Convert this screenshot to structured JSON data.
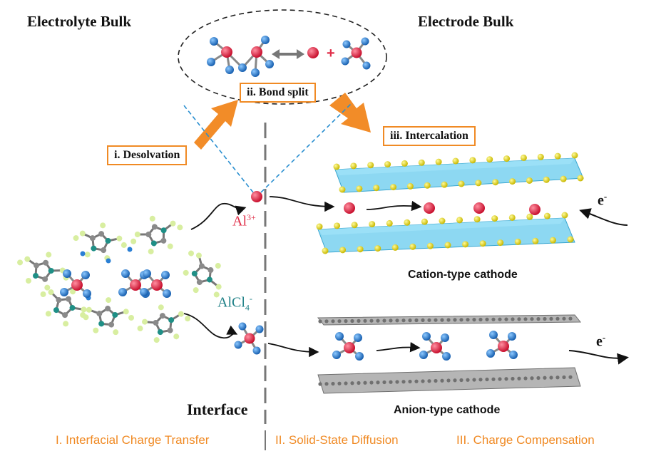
{
  "headers": {
    "electrolyte_bulk": "Electrolyte Bulk",
    "electrode_bulk": "Electrode Bulk",
    "interface": "Interface"
  },
  "steps": {
    "desolvation": "i. Desolvation",
    "bond_split": "ii. Bond split",
    "intercalation": "iii. Intercalation"
  },
  "ions": {
    "al_base": "Al",
    "al_charge": "3+",
    "alcl4_base": "AlCl",
    "alcl4_sub": "4",
    "alcl4_charge": "-"
  },
  "electron": {
    "symbol": "e",
    "charge": "-"
  },
  "captions": {
    "cation_cathode": "Cation-type cathode",
    "anion_cathode": "Anion-type cathode"
  },
  "stages": {
    "stage1": "I. Interfacial Charge Transfer",
    "stage2": "II. Solid-State Diffusion",
    "stage3": "III. Charge Compensation"
  },
  "colors": {
    "accent_orange": "#f08a24",
    "al_ion_red": "#e0304a",
    "chlorine_blue": "#2a7fd4",
    "sulfur_yellow": "#e8e01a",
    "octahedron_cyan": "#5cc8ec",
    "graphene_gray": "#8a8a8a",
    "alcl4_label_teal": "#1d7f86"
  }
}
